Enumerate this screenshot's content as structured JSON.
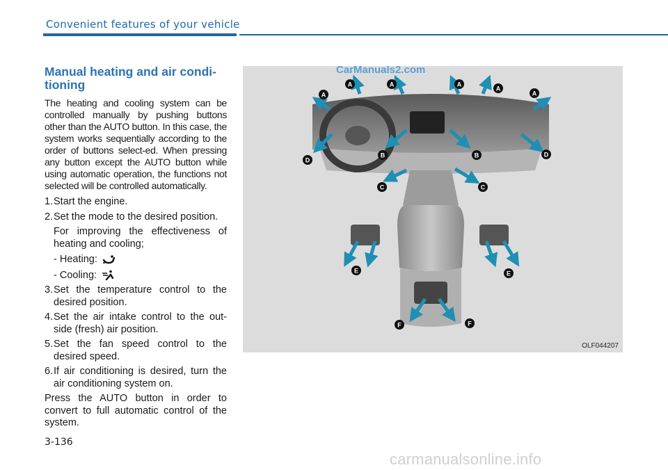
{
  "header": {
    "title": "Convenient features of your vehicle"
  },
  "section": {
    "title": "Manual heating and air condi-tioning",
    "intro": "The heating and cooling system can be controlled manually by pushing buttons other than the AUTO button. In this case, the system works sequentially according to the order of buttons select-ed. When pressing any button except the AUTO button while using automatic operation, the functions not selected will be controlled automatically.",
    "steps": [
      {
        "num": "1.",
        "text": "Start the engine."
      },
      {
        "num": "2.",
        "text": "Set the mode to the desired position.",
        "sub_intro": "For improving the effectiveness of heating and cooling;",
        "heating": "- Heating:",
        "cooling": "- Cooling:"
      },
      {
        "num": "3.",
        "text": "Set the temperature control to the desired position."
      },
      {
        "num": "4.",
        "text": "Set the air intake control to the out-side (fresh) air position."
      },
      {
        "num": "5.",
        "text": "Set the fan speed control to the desired speed."
      },
      {
        "num": "6.",
        "text": "If air conditioning is desired, turn the air conditioning system on."
      }
    ],
    "closing": "Press the AUTO button in order to convert to full automatic control of the system."
  },
  "icons": {
    "heating": "floor-vent-mode-icon",
    "cooling": "face-vent-mode-icon"
  },
  "figure": {
    "code": "OLF044207",
    "watermark": "CarManuals2.com",
    "labels": {
      "A": "A",
      "B": "B",
      "C": "C",
      "D": "D",
      "E": "E",
      "F": "F"
    }
  },
  "page_number": "3-136",
  "footer_watermark": "carmanualsonline.info",
  "colors": {
    "accent": "#1f67a8",
    "title": "#2c73b3",
    "arrow": "#1f8fb4"
  }
}
